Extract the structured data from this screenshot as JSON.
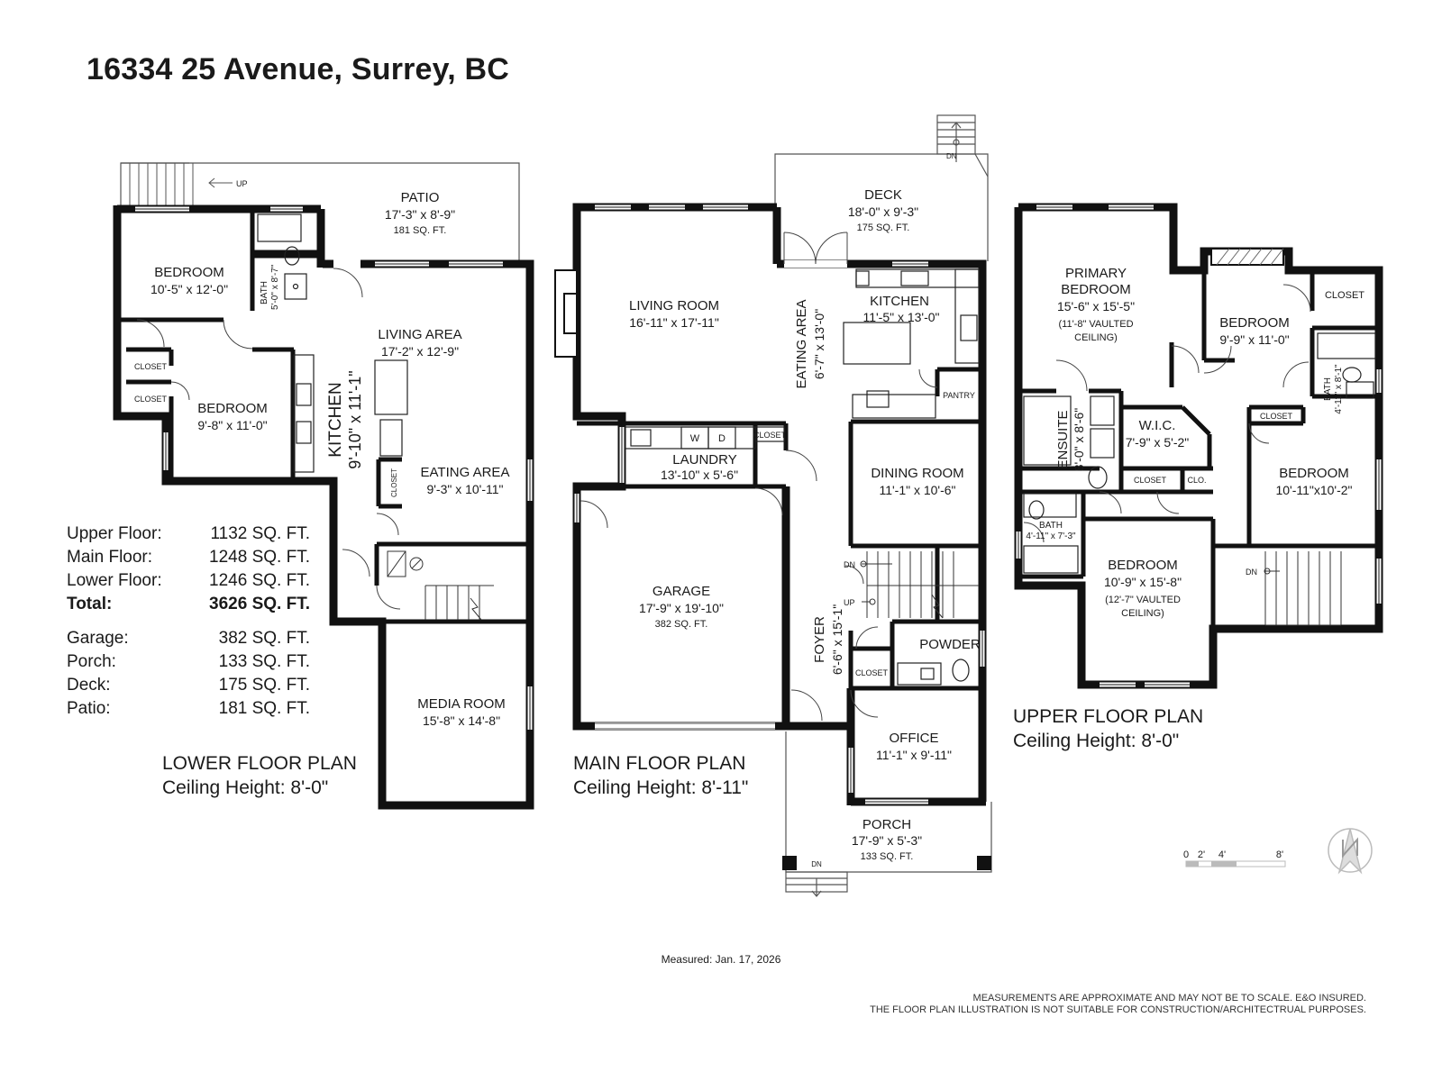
{
  "title": "16334 25 Avenue, Surrey, BC",
  "area_summary": {
    "floors": [
      {
        "label": "Upper Floor:",
        "value": "1132 SQ. FT."
      },
      {
        "label": "Main Floor:",
        "value": "1248 SQ. FT."
      },
      {
        "label": "Lower Floor:",
        "value": "1246 SQ. FT."
      }
    ],
    "total": {
      "label": "Total:",
      "value": "3626 SQ. FT."
    },
    "extras": [
      {
        "label": "Garage:",
        "value": "382 SQ. FT."
      },
      {
        "label": "Porch:",
        "value": "133 SQ. FT."
      },
      {
        "label": "Deck:",
        "value": "175 SQ. FT."
      },
      {
        "label": "Patio:",
        "value": "181 SQ. FT."
      }
    ]
  },
  "lower_floor": {
    "caption": "LOWER FLOOR PLAN",
    "ceiling": "Ceiling Height: 8'-0\"",
    "rooms": {
      "patio": {
        "name": "PATIO",
        "dims": "17'-3\" x 8'-9\"",
        "area": "181 SQ. FT."
      },
      "bedroom1": {
        "name": "BEDROOM",
        "dims": "10'-5\" x 12'-0\""
      },
      "bath": {
        "name": "BATH",
        "dims": "5'-0\" x 8'-7\""
      },
      "living_area": {
        "name": "LIVING AREA",
        "dims": "17'-2\" x 12'-9\""
      },
      "kitchen": {
        "name": "KITCHEN",
        "dims": "9'-10\" x 11'-1\""
      },
      "bedroom2": {
        "name": "BEDROOM",
        "dims": "9'-8\" x 11'-0\""
      },
      "eating_area": {
        "name": "EATING AREA",
        "dims": "9'-3\" x 10'-11\""
      },
      "media_room": {
        "name": "MEDIA ROOM",
        "dims": "15'-8\" x 14'-8\""
      },
      "closet": "CLOSET",
      "up": "UP"
    }
  },
  "main_floor": {
    "caption": "MAIN FLOOR PLAN",
    "ceiling": "Ceiling Height: 8'-11\"",
    "rooms": {
      "deck": {
        "name": "DECK",
        "dims": "18'-0\" x 9'-3\"",
        "area": "175 SQ. FT."
      },
      "living_room": {
        "name": "LIVING ROOM",
        "dims": "16'-11\" x 17'-11\""
      },
      "eating_area": {
        "name": "EATING AREA",
        "dims": "6'-7\" x 13'-0\""
      },
      "kitchen": {
        "name": "KITCHEN",
        "dims": "11'-5\" x 13'-0\""
      },
      "pantry": "PANTRY",
      "laundry": {
        "name": "LAUNDRY",
        "dims": "13'-10\" x 5'-6\""
      },
      "closet": "CLOSET",
      "washer": "W",
      "dryer": "D",
      "dining_room": {
        "name": "DINING ROOM",
        "dims": "11'-1\" x 10'-6\""
      },
      "garage": {
        "name": "GARAGE",
        "dims": "17'-9\" x 19'-10\"",
        "area": "382 SQ. FT."
      },
      "foyer": {
        "name": "FOYER",
        "dims": "6'-6\" x 15'-1\""
      },
      "powder": "POWDER",
      "office": {
        "name": "OFFICE",
        "dims": "11'-1\" x 9'-11\""
      },
      "porch": {
        "name": "PORCH",
        "dims": "17'-9\" x 5'-3\"",
        "area": "133 SQ. FT."
      },
      "dn": "DN",
      "up": "UP"
    }
  },
  "upper_floor": {
    "caption": "UPPER FLOOR PLAN",
    "ceiling": "Ceiling Height: 8'-0\"",
    "rooms": {
      "primary_bedroom": {
        "name1": "PRIMARY",
        "name2": "BEDROOM",
        "dims": "15'-6\" x 15'-5\"",
        "note1": "(11'-8\" VAULTED",
        "note2": "CEILING)"
      },
      "closet": "CLOSET",
      "bedroom_ne": {
        "name": "BEDROOM",
        "dims": "9'-9\" x 11'-0\""
      },
      "bath_e": {
        "name": "BATH",
        "dims": "4'-11\" x 8'-1\""
      },
      "ensuite": {
        "name": "ENSUITE",
        "dims": "8'-0\" x 8'-6\""
      },
      "wic": {
        "name": "W.I.C.",
        "dims": "7'-9\" x 5'-2\""
      },
      "clo": "CLO.",
      "bedroom_e": {
        "name": "BEDROOM",
        "dims": "10'-11\"x10'-2\""
      },
      "bath_w": {
        "name": "BATH",
        "dims": "4'-11\" x 7'-3\""
      },
      "bedroom_s": {
        "name": "BEDROOM",
        "dims": "10'-9\" x 15'-8\"",
        "note1": "(12'-7\" VAULTED",
        "note2": "CEILING)"
      },
      "dn": "DN"
    }
  },
  "scale_bar": {
    "labels": [
      "0",
      "2'",
      "4'",
      "8'"
    ]
  },
  "measured": "Measured: Jan. 17, 2026",
  "disclaimer": [
    "MEASUREMENTS ARE APPROXIMATE AND MAY NOT BE TO SCALE. E&O INSURED.",
    "THE FLOOR PLAN ILLUSTRATION IS NOT SUITABLE FOR CONSTRUCTION/ARCHITECTRUAL PURPOSES."
  ]
}
